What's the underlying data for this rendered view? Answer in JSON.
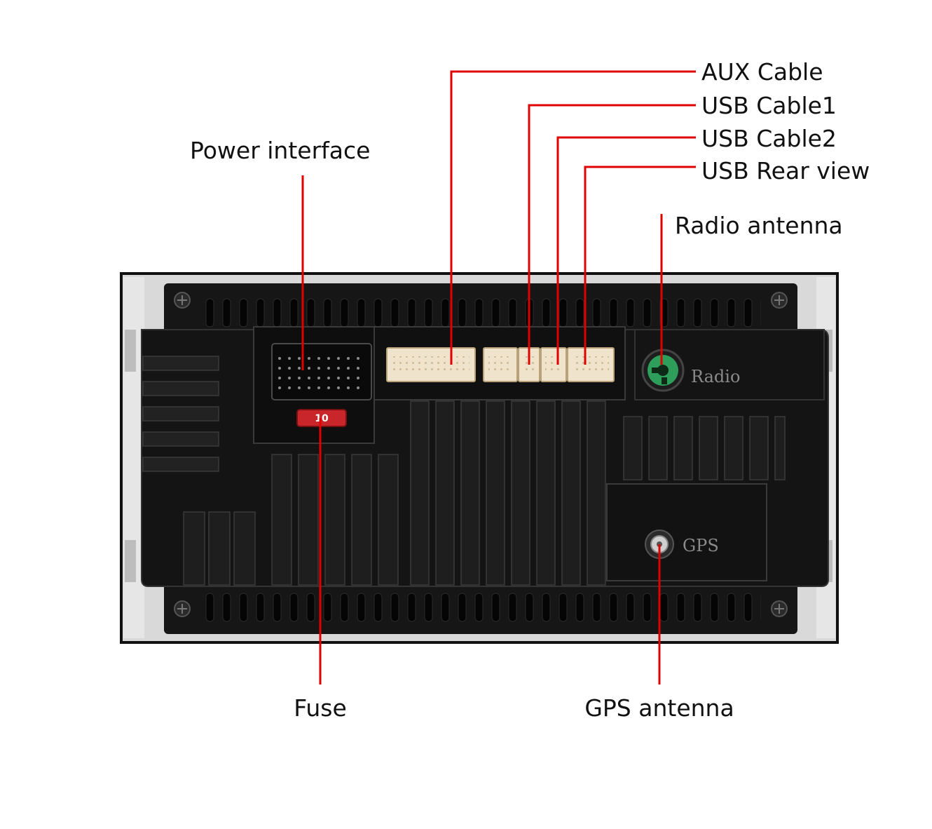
{
  "labels": {
    "aux_cable": "AUX Cable",
    "usb_cable1": "USB Cable1",
    "usb_cable2": "USB Cable2",
    "usb_rear_view": "USB Rear view",
    "power_interface": "Power interface",
    "radio_antenna": "Radio antenna",
    "fuse": "Fuse",
    "gps_antenna": "GPS antenna"
  },
  "unit_markings": {
    "radio": "Radio",
    "gps": "GPS",
    "fuse_rating": "10"
  },
  "colors": {
    "leader_line": "#e00000",
    "housing": "#141414",
    "bracket": "#dcdcdc",
    "connector": "#efe3cc",
    "radio_port": "#2e9e5b",
    "fuse": "#c8262a",
    "text": "#111111"
  }
}
